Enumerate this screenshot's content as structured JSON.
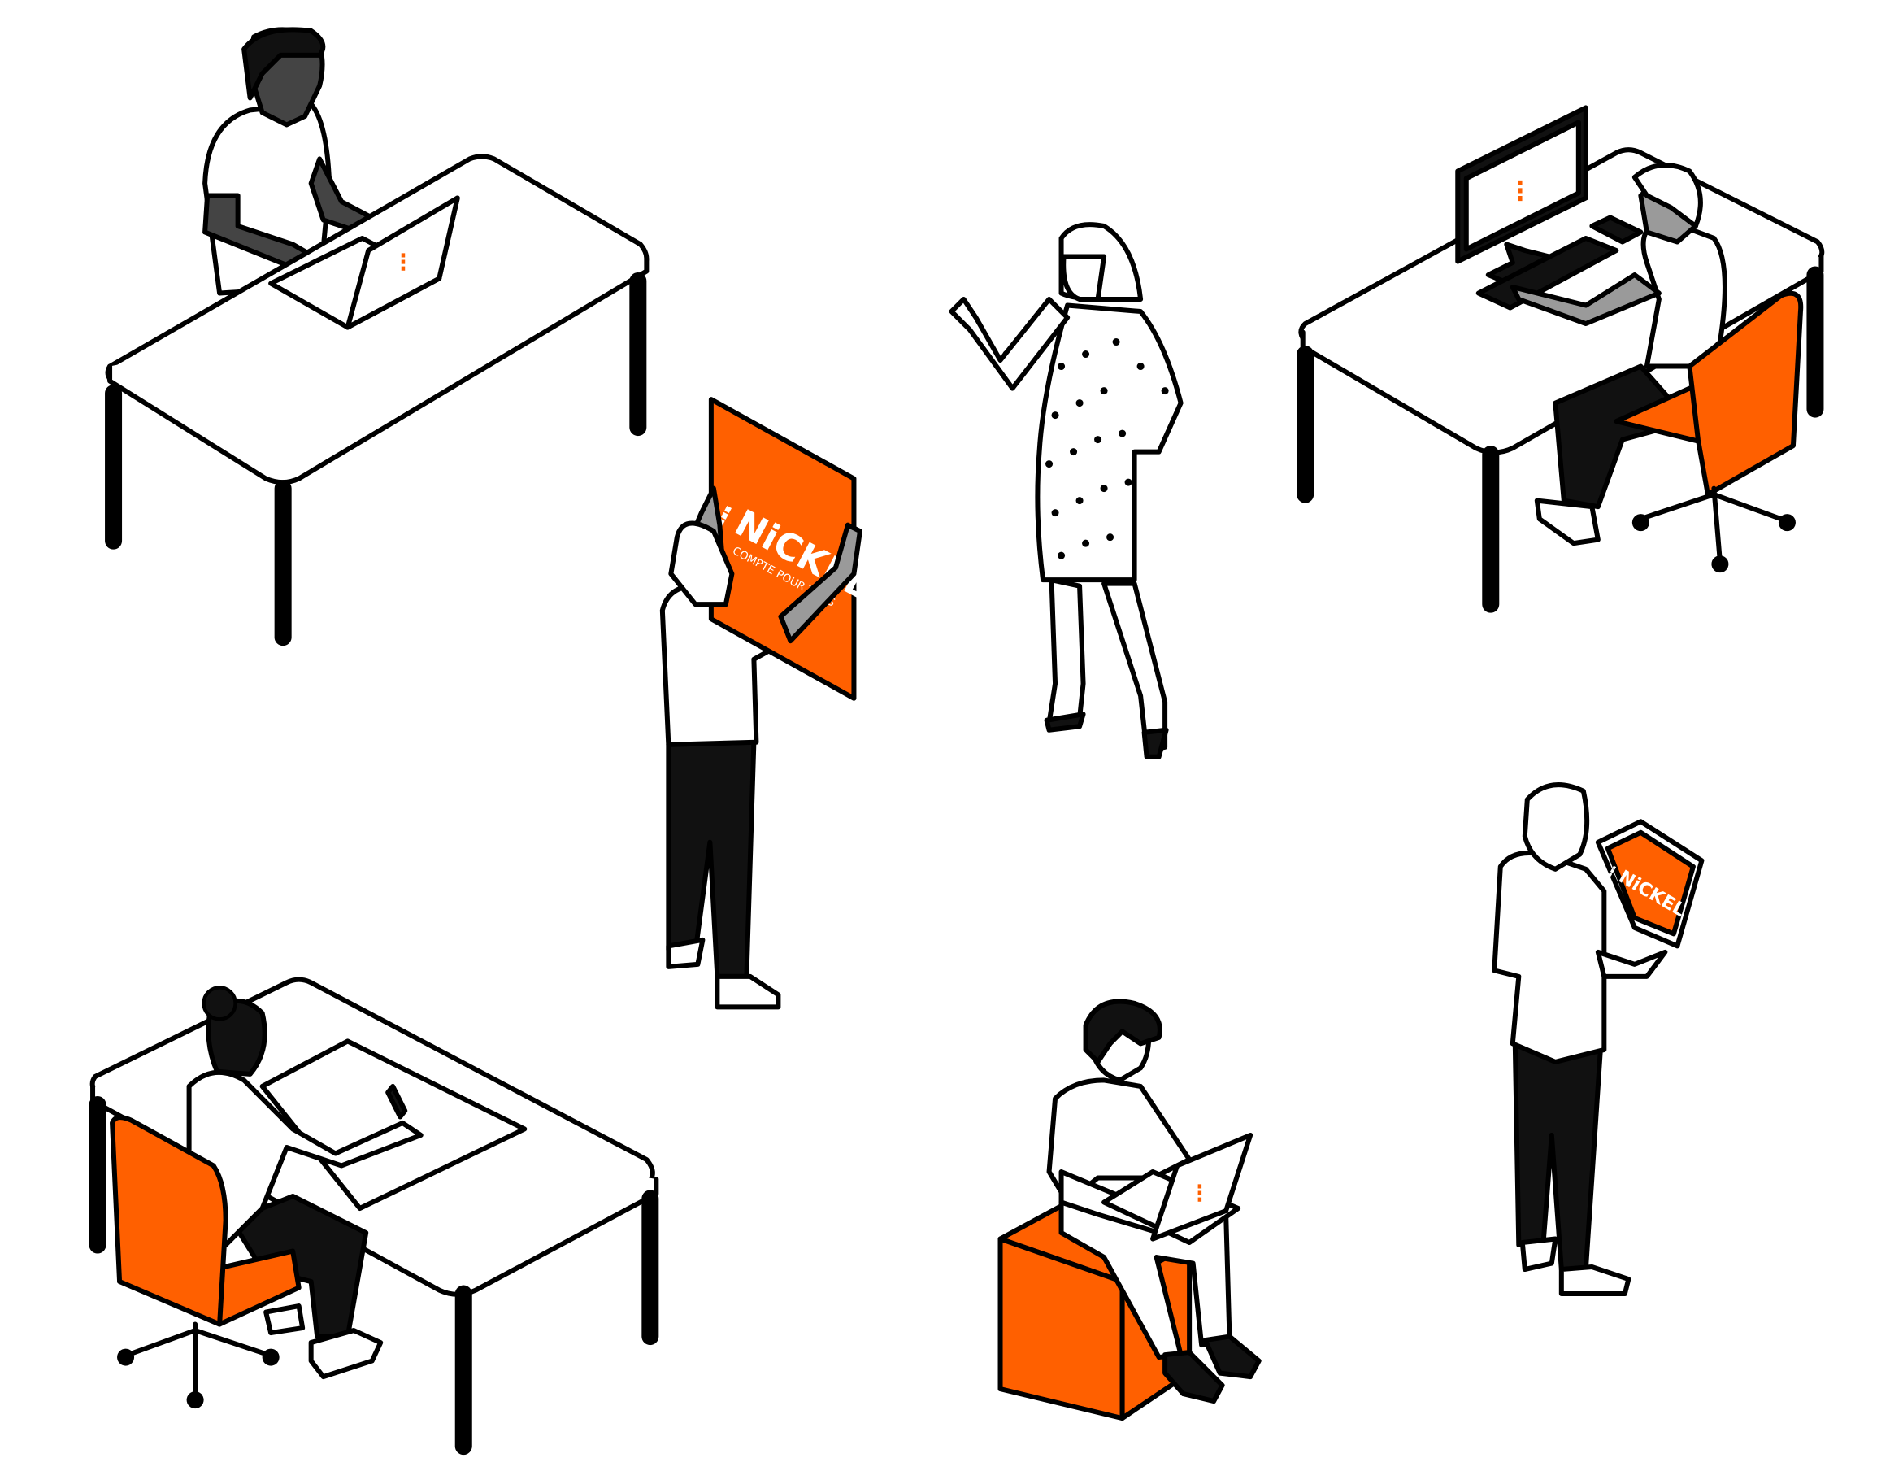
{
  "illustration": {
    "brand": {
      "name": "NiCKEL",
      "tagline": "COMPTE POUR TOUS"
    },
    "laptop_screen": {
      "name": "NiCKEL"
    },
    "colors": {
      "accent": "#FF6000",
      "ink": "#000000",
      "background": "#FFFFFF",
      "skin_gray": "#9A9A9A",
      "skin_dark": "#444444"
    }
  }
}
